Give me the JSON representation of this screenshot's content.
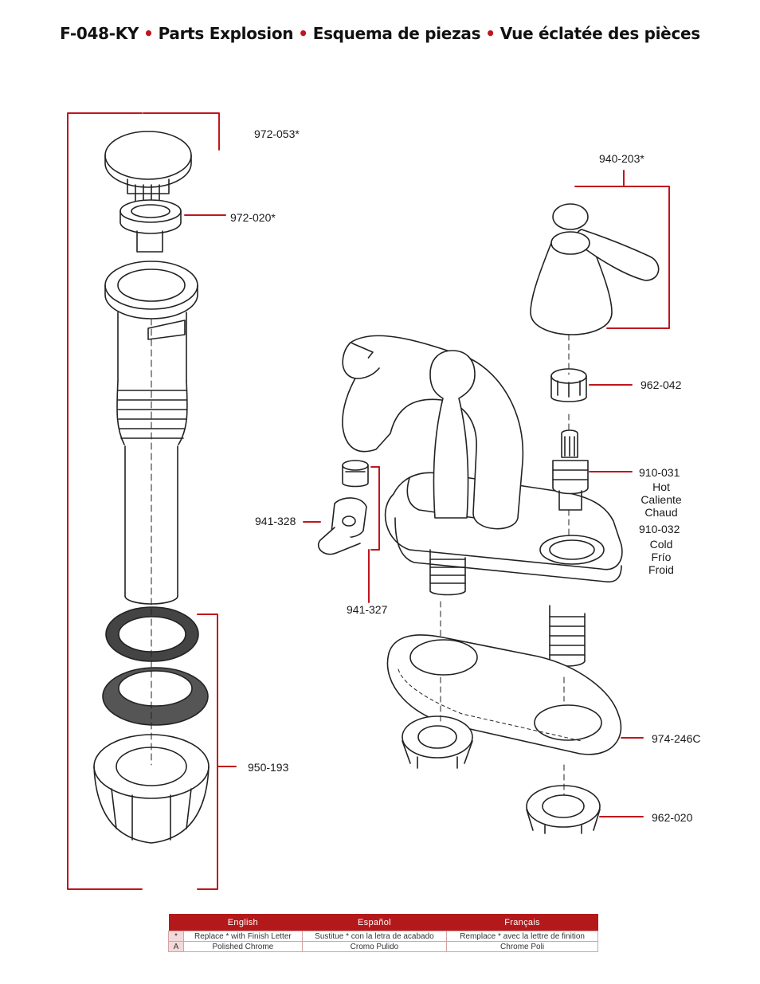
{
  "title": {
    "model": "F-048-KY",
    "parts": [
      "Parts Explosion",
      "Esquema de piezas",
      "Vue éclatée des pièces"
    ],
    "separator": "•"
  },
  "colors": {
    "accent": "#b3191b",
    "line": "#222222"
  },
  "labels": {
    "p972_053": "972-053*",
    "p972_020": "972-020*",
    "p940_203": "940-203*",
    "p962_042": "962-042",
    "p910_031": "910-031",
    "hot": [
      "Hot",
      "Caliente",
      "Chaud"
    ],
    "p910_032": "910-032",
    "cold": [
      "Cold",
      "Frío",
      "Froid"
    ],
    "p941_328": "941-328",
    "p941_327": "941-327",
    "p950_193": "950-193",
    "p974_246c": "974-246C",
    "p962_020": "962-020"
  },
  "legend": {
    "headers": [
      "English",
      "Español",
      "Français"
    ],
    "rows": [
      {
        "key": "*",
        "cells": [
          "Replace * with Finish Letter",
          "Sustitue * con la letra de acabado",
          "Remplace * avec la lettre de finition"
        ]
      },
      {
        "key": "A",
        "cells": [
          "Polished Chrome",
          "Cromo Pulido",
          "Chrome Poli"
        ]
      }
    ]
  }
}
